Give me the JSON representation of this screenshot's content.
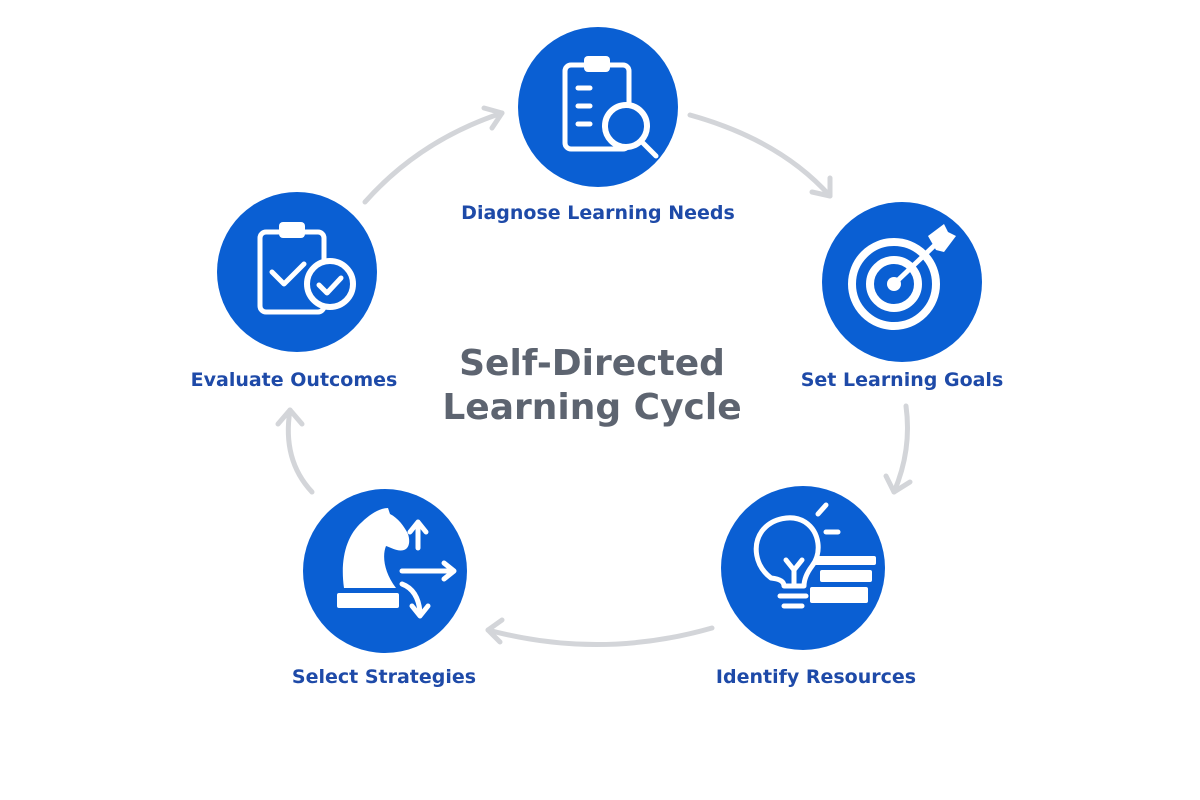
{
  "diagram": {
    "title_lines": [
      "Self-Directed",
      "Learning Cycle"
    ],
    "steps": [
      {
        "label": "Diagnose Learning Needs",
        "icon": "clipboard-search-icon"
      },
      {
        "label": "Set Learning Goals",
        "icon": "target-arrow-icon"
      },
      {
        "label": "Identify Resources",
        "icon": "lightbulb-books-icon"
      },
      {
        "label": "Select Strategies",
        "icon": "chess-knight-arrows-icon"
      },
      {
        "label": "Evaluate Outcomes",
        "icon": "clipboard-check-icon"
      }
    ],
    "colors": {
      "node": "#0a5fd3",
      "label": "#1e4aa8",
      "title": "#5d6470",
      "arrow": "#d3d5d9"
    }
  }
}
